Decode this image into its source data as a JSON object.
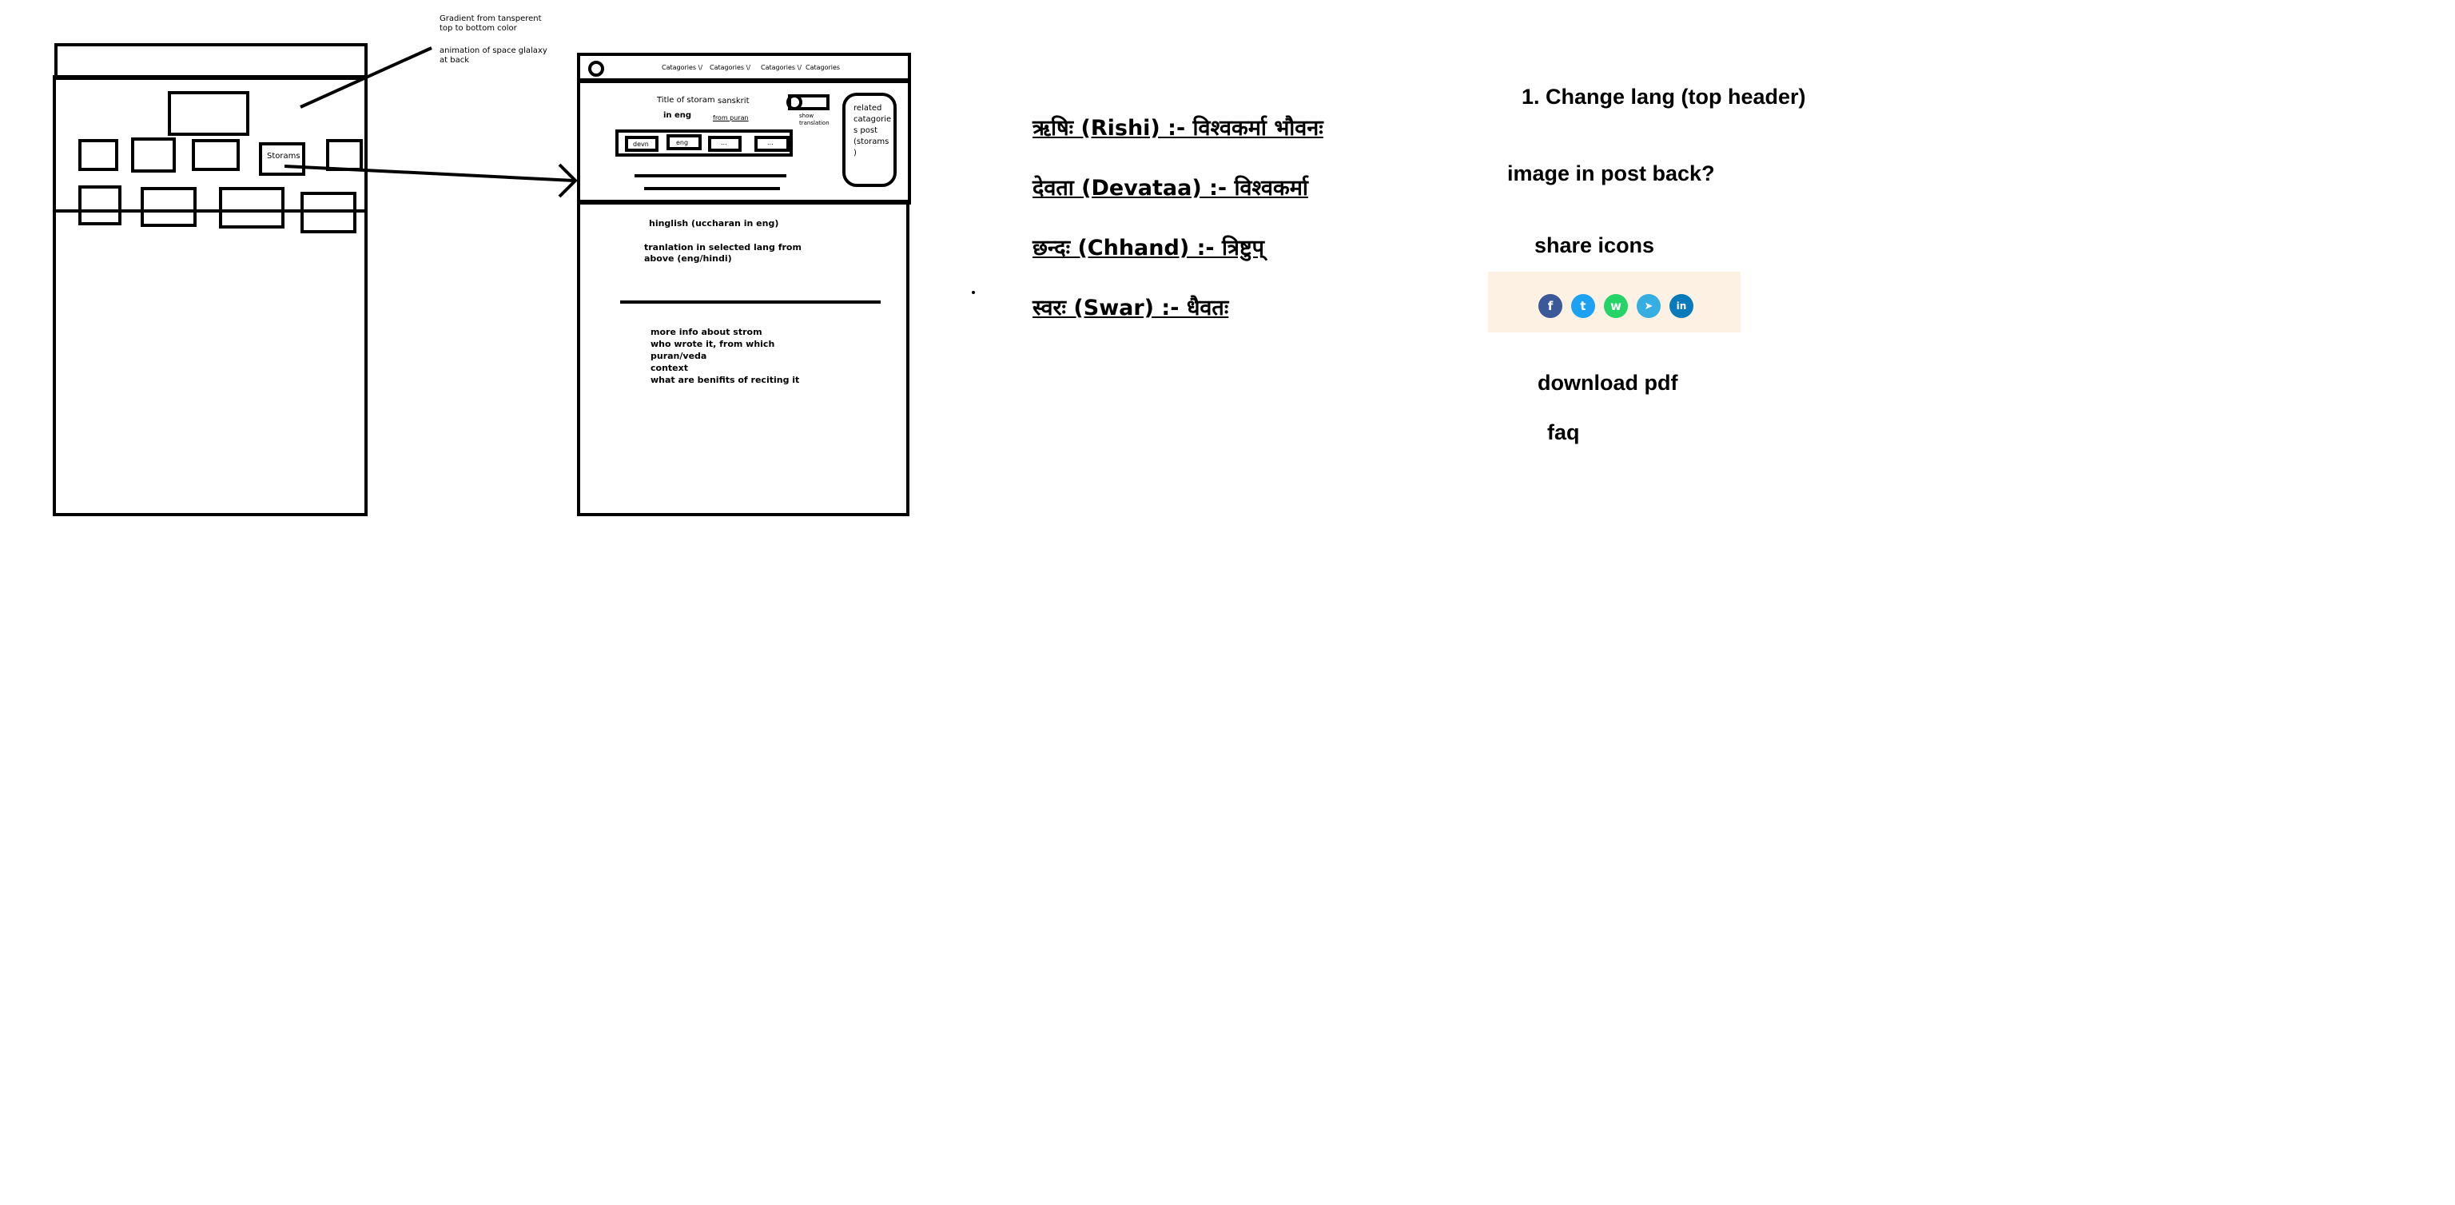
{
  "wireframe_home": {
    "annotation_line1": "Gradient from tansperent",
    "annotation_line2": "top to bottom color",
    "annotation_line3": "animation of space glalaxy",
    "annotation_line4": "at back",
    "box_label": "Storams"
  },
  "wireframe_post": {
    "nav_items": [
      "Catagories \\/",
      "Catagories \\/",
      "Catagories \\/",
      "Catagories"
    ],
    "title_line1": "Title of storam",
    "title_word2": "sanskrit",
    "title_line2": "in eng",
    "title_from": "from puran",
    "toggle_label_1": "show",
    "toggle_label_2": "translation",
    "lang_buttons": [
      "devn",
      "eng",
      "...",
      "..."
    ],
    "related_text": [
      "related",
      "catagorie",
      "s post",
      "(storams",
      ")"
    ],
    "hinglish": "hinglish (uccharan in eng)",
    "translation_line1": "tranlation in selected lang from",
    "translation_line2": "above (eng/hindi)",
    "more_info": [
      "more info about strom",
      "who wrote it, from which",
      "puran/veda",
      "context",
      "what are benifits of reciting it"
    ]
  },
  "meta_lines": [
    "ऋषिः  (Rishi) :- विश्वकर्मा भौवनः",
    "देवता (Devataa) :- विश्वकर्मा",
    "छन्दः (Chhand) :- त्रिष्टुप्",
    "स्वरः (Swar) :- धैवतः"
  ],
  "notes": {
    "change_lang": "1. Change lang (top header)",
    "image_back": "image in post back?",
    "share_icons": "share icons",
    "download_pdf": "download pdf",
    "faq": "faq"
  },
  "share_icons": [
    {
      "icon": "facebook-icon",
      "glyph": "f",
      "color": "#3b5998"
    },
    {
      "icon": "twitter-icon",
      "glyph": "t",
      "color": "#1da1f2"
    },
    {
      "icon": "whatsapp-icon",
      "glyph": "w",
      "color": "#25d366"
    },
    {
      "icon": "telegram-icon",
      "glyph": "➤",
      "color": "#37aee2"
    },
    {
      "icon": "linkedin-icon",
      "glyph": "in",
      "color": "#0a7bba"
    }
  ]
}
